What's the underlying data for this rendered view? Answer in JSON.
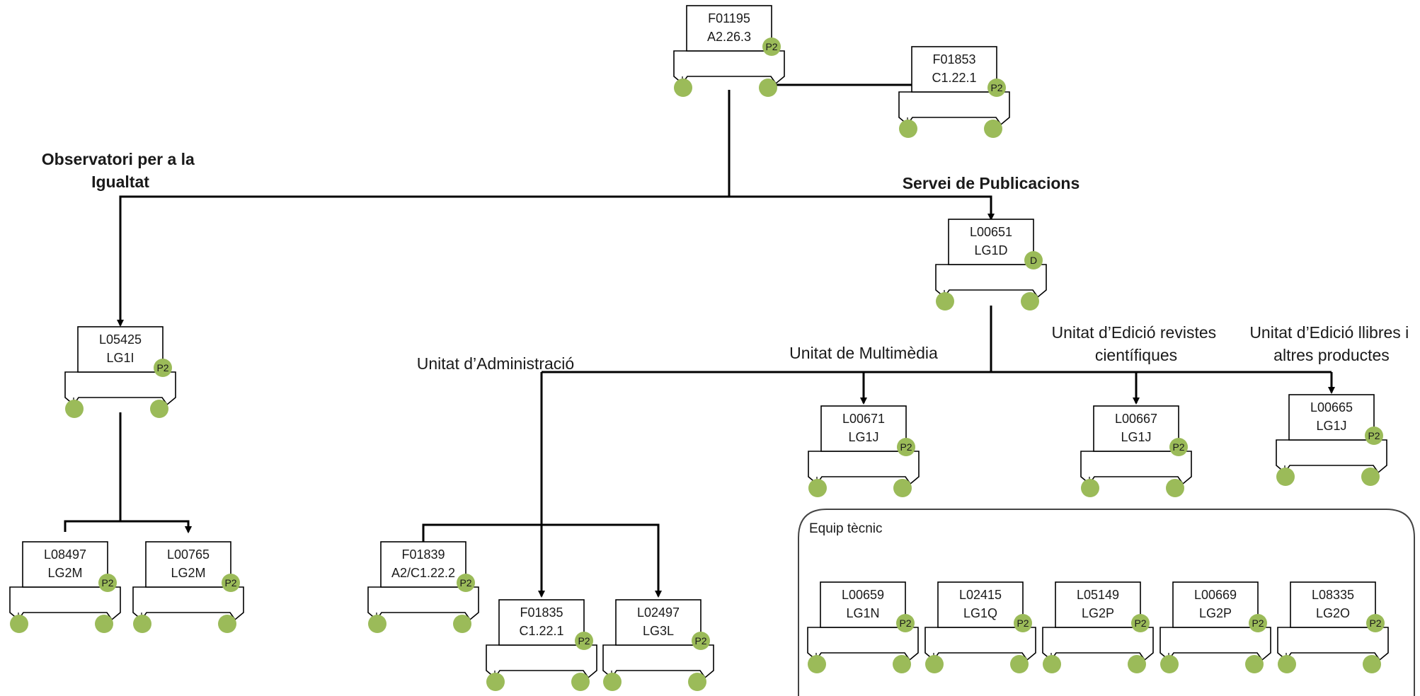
{
  "nodes": {
    "f01195": {
      "code": "F01195",
      "grade": "A2.26.3",
      "badge": "P2"
    },
    "f01853": {
      "code": "F01853",
      "grade": "C1.22.1",
      "badge": "P2"
    },
    "l00651": {
      "code": "L00651",
      "grade": "LG1D",
      "badge": "D"
    },
    "l05425": {
      "code": "L05425",
      "grade": "LG1I",
      "badge": "P2"
    },
    "l08497": {
      "code": "L08497",
      "grade": "LG2M",
      "badge": "P2"
    },
    "l00765": {
      "code": "L00765",
      "grade": "LG2M",
      "badge": "P2"
    },
    "f01839": {
      "code": "F01839",
      "grade": "A2/C1.22.2",
      "badge": "P2"
    },
    "f01835": {
      "code": "F01835",
      "grade": "C1.22.1",
      "badge": "P2"
    },
    "l02497": {
      "code": "L02497",
      "grade": "LG3L",
      "badge": "P2"
    },
    "l00671": {
      "code": "L00671",
      "grade": "LG1J",
      "badge": "P2"
    },
    "l00667": {
      "code": "L00667",
      "grade": "LG1J",
      "badge": "P2"
    },
    "l00665": {
      "code": "L00665",
      "grade": "LG1J",
      "badge": "P2"
    },
    "l00659": {
      "code": "L00659",
      "grade": "LG1N",
      "badge": "P2"
    },
    "l02415": {
      "code": "L02415",
      "grade": "LG1Q",
      "badge": "P2"
    },
    "l05149": {
      "code": "L05149",
      "grade": "LG2P",
      "badge": "P2"
    },
    "l00669": {
      "code": "L00669",
      "grade": "LG2P",
      "badge": "P2"
    },
    "l08335": {
      "code": "L08335",
      "grade": "LG2O",
      "badge": "P2"
    }
  },
  "units": {
    "observatori": [
      "Observatori per a la",
      "Igualtat"
    ],
    "publicacions": "Servei de Publicacions",
    "administracio": "Unitat d’Administració",
    "multimedia": "Unitat de Multimèdia",
    "revistes": [
      "Unitat d’Edició revistes",
      "científiques"
    ],
    "llibres": [
      "Unitat d’Edició llibres i",
      "altres productes"
    ]
  },
  "team": {
    "title": "Equip tècnic"
  },
  "colors": {
    "badge": "#9bbb59",
    "line": "#000000",
    "box_border": "#000000",
    "box_fill": "#ffffff"
  }
}
